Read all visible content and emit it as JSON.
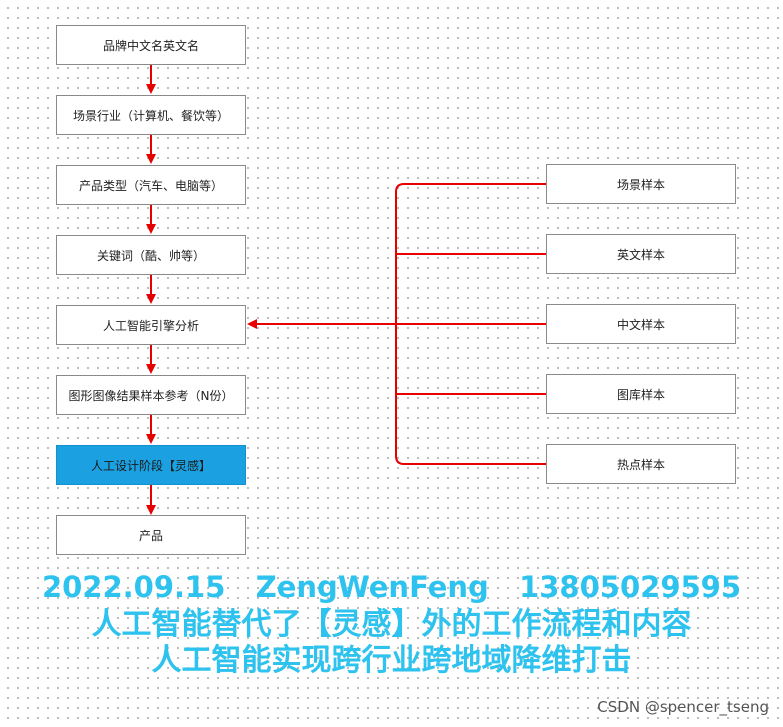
{
  "left_flow": [
    {
      "label": "品牌中文名英文名"
    },
    {
      "label": "场景行业（计算机、餐饮等）"
    },
    {
      "label": "产品类型（汽车、电脑等）"
    },
    {
      "label": "关键词（酷、帅等）"
    },
    {
      "label": "人工智能引擎分析"
    },
    {
      "label": "图形图像结果样本参考（N份）"
    },
    {
      "label": "人工设计阶段【灵感】"
    },
    {
      "label": "产品"
    }
  ],
  "right_samples": [
    {
      "label": "场景样本"
    },
    {
      "label": "英文样本"
    },
    {
      "label": "中文样本"
    },
    {
      "label": "图库样本"
    },
    {
      "label": "热点样本"
    }
  ],
  "footer": {
    "line1": "2022.09.15   ZengWenFeng   13805029595",
    "line2": "人工智能替代了【灵感】外的工作流程和内容",
    "line3": "人工智能实现跨行业跨地域降维打击"
  },
  "watermark": "CSDN @spencer_tseng",
  "colors": {
    "arrow": "#e60000",
    "highlight_box": "#1ba1e2",
    "footer_text": "#2ec2ee"
  }
}
